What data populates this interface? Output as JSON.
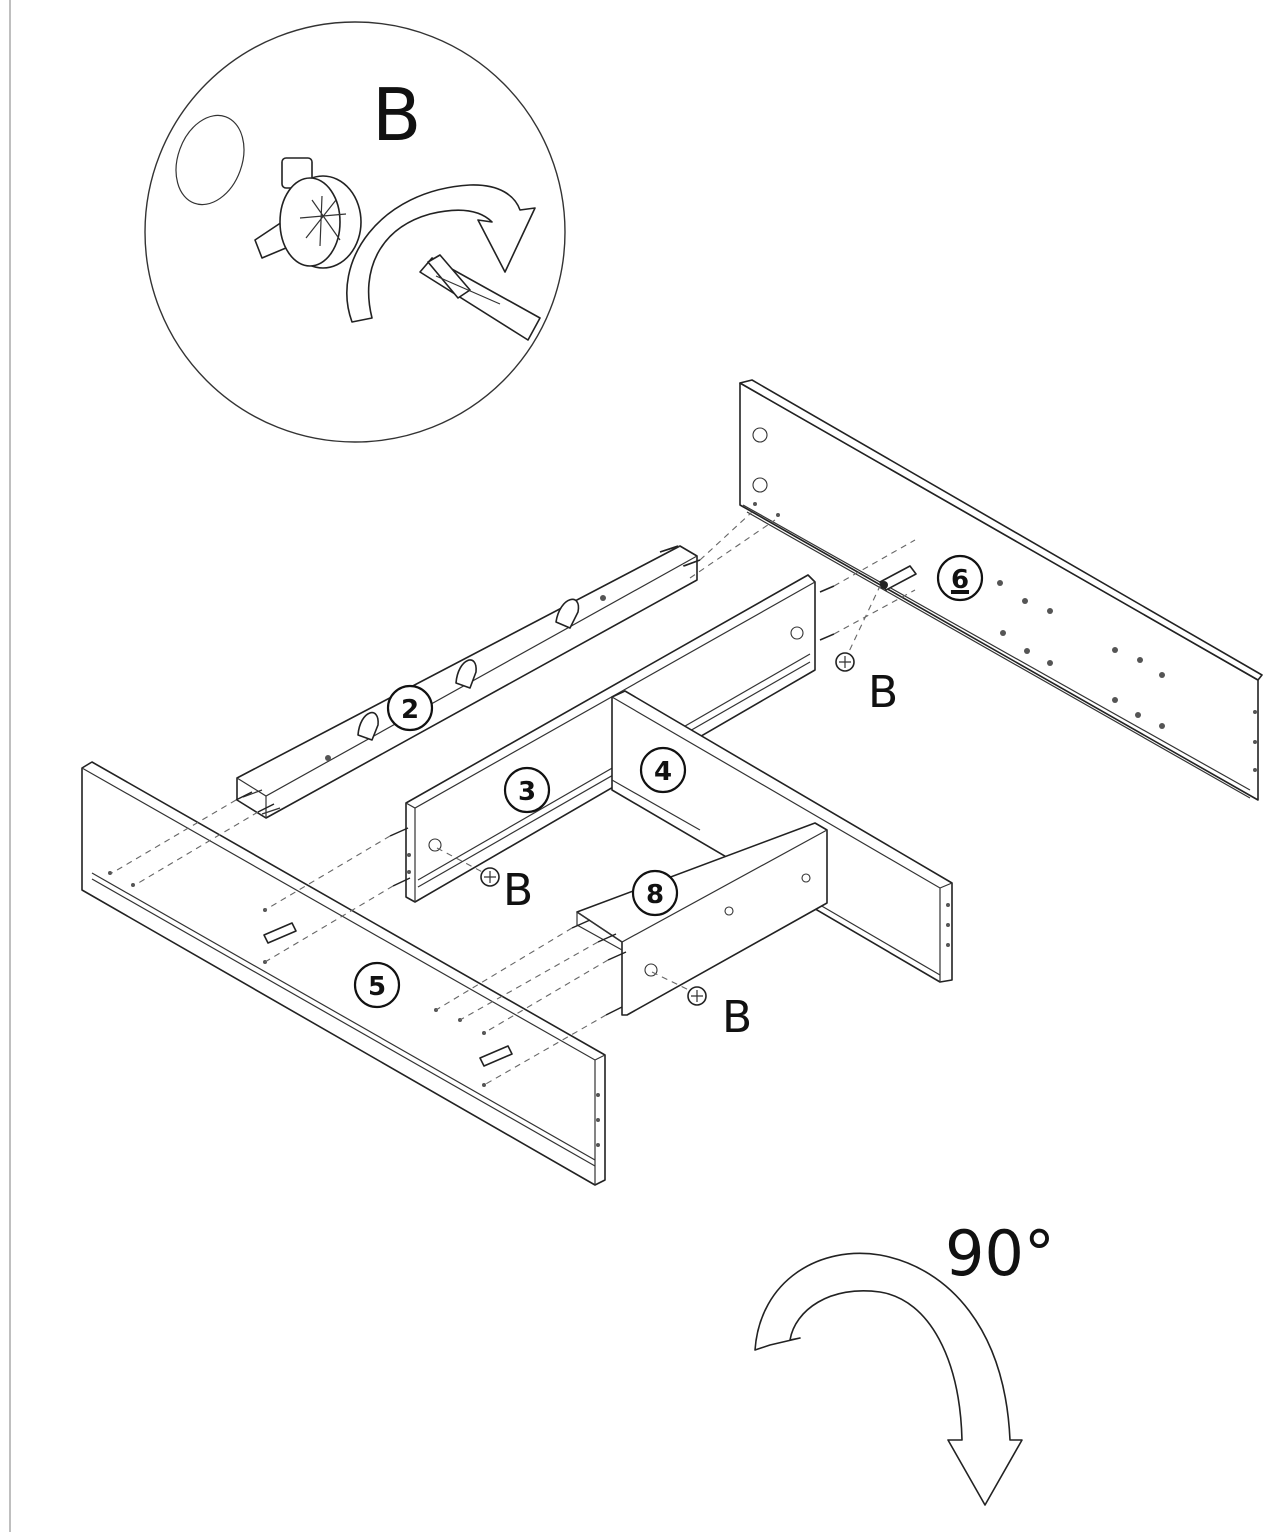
{
  "detail": {
    "fitting_label": "B"
  },
  "parts": [
    {
      "id": "2",
      "label": "2",
      "underlined": false
    },
    {
      "id": "3",
      "label": "3",
      "underlined": false
    },
    {
      "id": "4",
      "label": "4",
      "underlined": false
    },
    {
      "id": "5",
      "label": "5",
      "underlined": false
    },
    {
      "id": "6",
      "label": "6",
      "underlined": true
    },
    {
      "id": "8",
      "label": "8",
      "underlined": false
    }
  ],
  "fitting_labels": [
    "B",
    "B",
    "B"
  ],
  "rotation": {
    "label": "90°"
  },
  "colors": {
    "line": "#222222",
    "frame": "#bfbfbf",
    "background": "#ffffff"
  }
}
